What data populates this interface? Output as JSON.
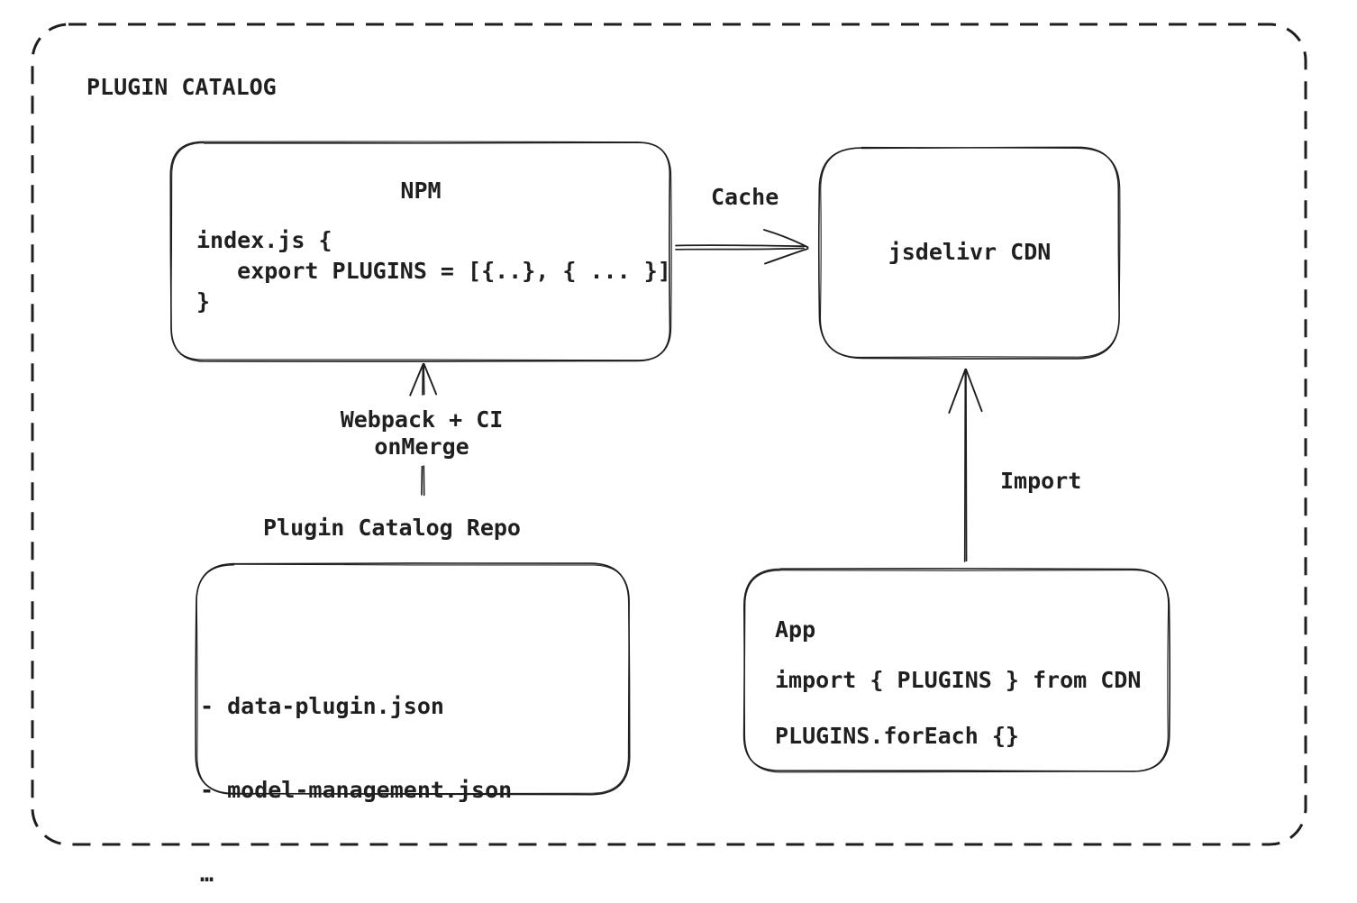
{
  "colors": {
    "stroke": "#1e1e1e",
    "text": "#1f1f1f",
    "background": "#ffffff"
  },
  "container": {
    "title": "PLUGIN CATALOG"
  },
  "npm": {
    "title": "NPM",
    "code": [
      "index.js {",
      "   export PLUGINS = [{..}, { ... }]",
      "}"
    ]
  },
  "cdn": {
    "title": "jsdelivr CDN"
  },
  "repo": {
    "title": "Plugin Catalog Repo",
    "items": [
      "- data-plugin.json",
      "- model-management.json",
      "…"
    ]
  },
  "app": {
    "title": "App",
    "code": [
      "import { PLUGINS } from CDN",
      "PLUGINS.forEach {}"
    ]
  },
  "edges": {
    "cache": {
      "label": "Cache"
    },
    "webpack": {
      "label_line1": "Webpack + CI",
      "label_line2": "onMerge"
    },
    "import": {
      "label": "Import"
    }
  }
}
